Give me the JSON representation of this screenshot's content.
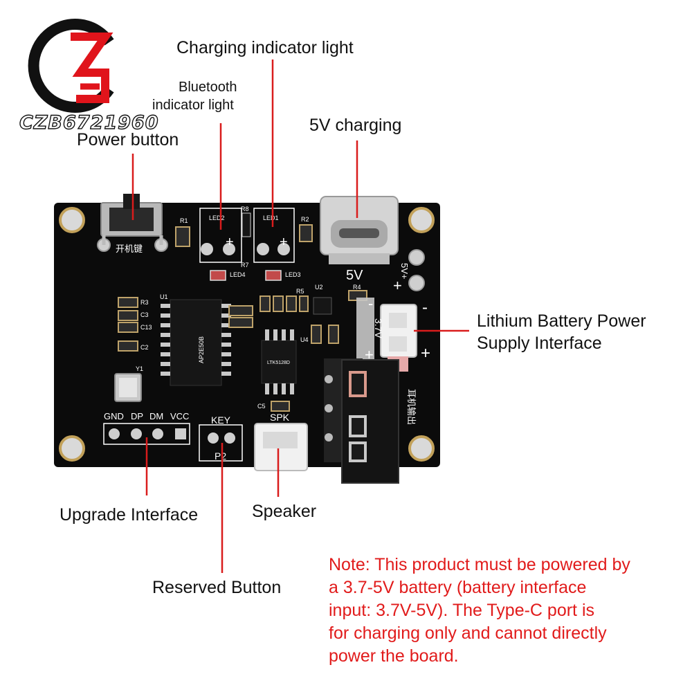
{
  "brand": {
    "name": "CZB6721960",
    "colors": {
      "ring": "#111111",
      "accent": "#e0141b"
    }
  },
  "callouts": {
    "charging_indicator": "Charging indicator light",
    "bluetooth_indicator_line1": "Bluetooth",
    "bluetooth_indicator_line2": "indicator light",
    "five_v_charging": "5V charging",
    "power_button": "Power button",
    "battery_interface_line1": "Lithium Battery Power",
    "battery_interface_line2": "Supply Interface",
    "upgrade_interface": "Upgrade Interface",
    "speaker": "Speaker",
    "reserved_button": "Reserved Button"
  },
  "note": {
    "lines": [
      "Note: This product must be powered by",
      "a 3.7-5V battery (battery interface",
      "input: 3.7V-5V). The Type-C port is",
      "for charging only and cannot directly",
      "power the board."
    ],
    "color": "#e11b1b"
  },
  "board": {
    "color": "#0b0b0b",
    "silkscreen": {
      "power_key": "开机键",
      "led2": "LED2",
      "led1": "LED1",
      "led3": "LED3",
      "led4": "LED4",
      "r1": "R1",
      "r2": "R2",
      "r3": "R3",
      "r4": "R4",
      "r5": "R5",
      "r7": "R7",
      "r8": "R8",
      "u1": "U1",
      "u2": "U2",
      "u4": "U4",
      "y1": "Y1",
      "c2": "C2",
      "c3": "C3",
      "c5": "C5",
      "c13": "C13",
      "five_v": "5V",
      "vplus": "5V+",
      "bat": "3.7V",
      "plus": "+",
      "minus": "-",
      "gnd": "GND",
      "dp": "DP",
      "dm": "DM",
      "vcc": "VCC",
      "key": "KEY",
      "p2": "P2",
      "spk": "SPK",
      "ear_out": "耳机输出",
      "chip_u1": "AP2E50B",
      "chip_u4": "LTK5128D"
    }
  }
}
